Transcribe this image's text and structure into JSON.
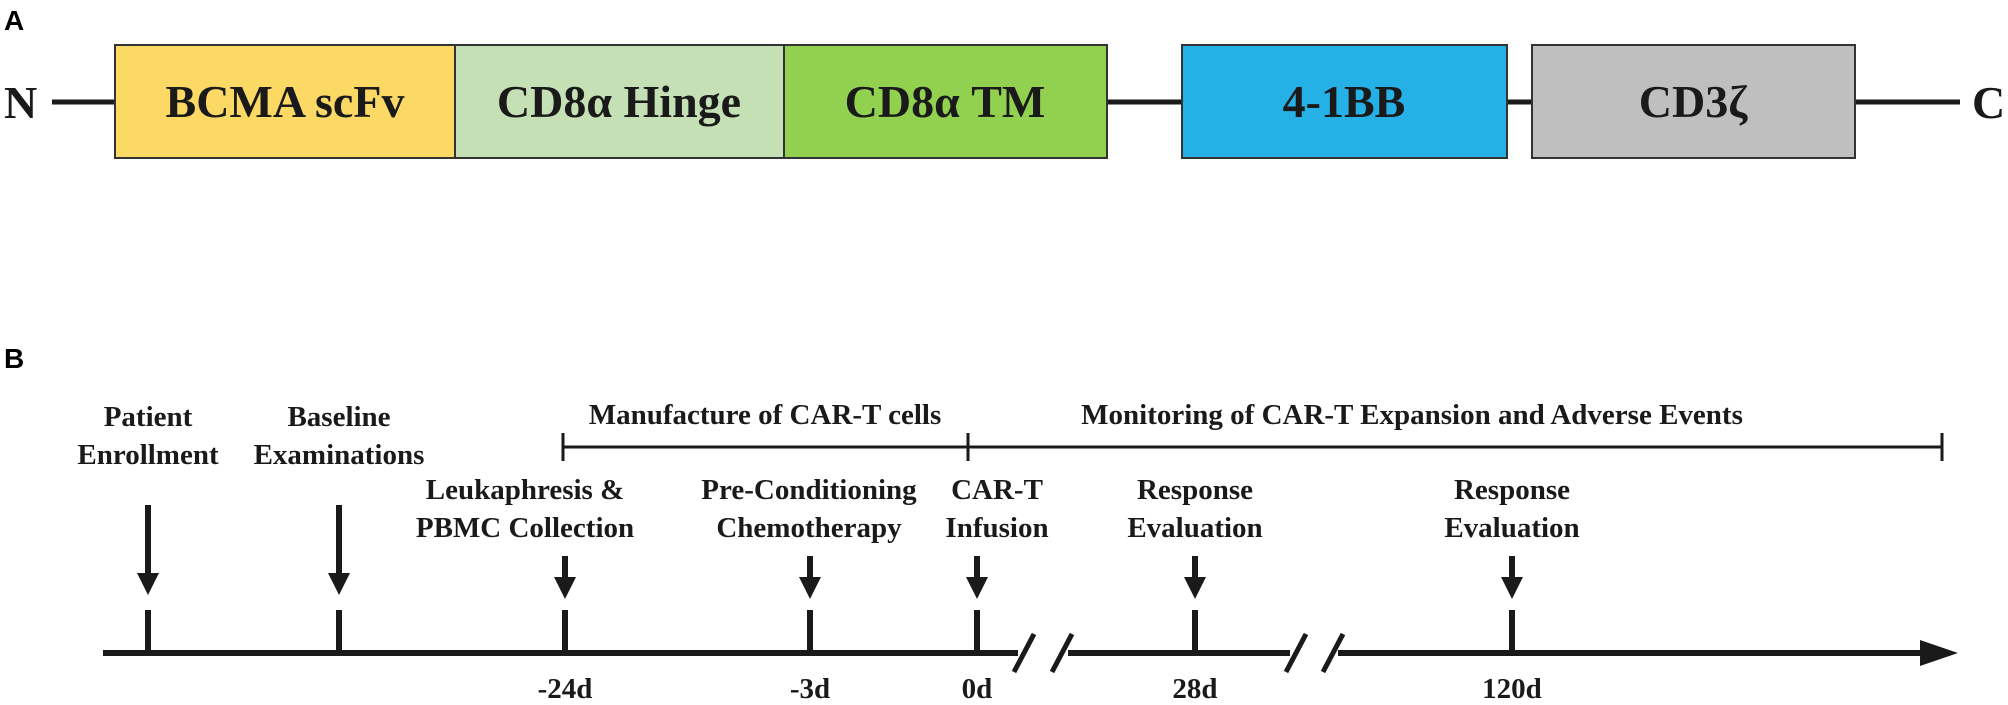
{
  "panel_a": {
    "label": "A",
    "n_terminus": "N",
    "c_terminus": "C",
    "domains": [
      {
        "name": "BCMA scFv",
        "color": "#fcd965"
      },
      {
        "name": "CD8α Hinge",
        "color": "#c5e0b4"
      },
      {
        "name": "CD8α TM",
        "color": "#92d050"
      },
      {
        "name": "4-1BB",
        "color": "#25b0e6"
      },
      {
        "name": "CD3ζ",
        "color": "#bfbfbf"
      }
    ]
  },
  "panel_b": {
    "label": "B",
    "phase_manufacture": "Manufacture of CAR-T cells",
    "phase_monitoring": "Monitoring of CAR-T Expansion and Adverse Events",
    "events": [
      {
        "lines": [
          "Patient",
          "Enrollment"
        ],
        "tick": ""
      },
      {
        "lines": [
          "Baseline",
          "Examinations"
        ],
        "tick": ""
      },
      {
        "lines": [
          "Leukaphresis &",
          "PBMC Collection"
        ],
        "tick": "-24d"
      },
      {
        "lines": [
          "Pre-Conditioning",
          "Chemotherapy"
        ],
        "tick": "-3d"
      },
      {
        "lines": [
          "CAR-T",
          "Infusion"
        ],
        "tick": "0d"
      },
      {
        "lines": [
          "Response",
          "Evaluation"
        ],
        "tick": "28d"
      },
      {
        "lines": [
          "Response",
          "Evaluation"
        ],
        "tick": "120d"
      }
    ]
  }
}
